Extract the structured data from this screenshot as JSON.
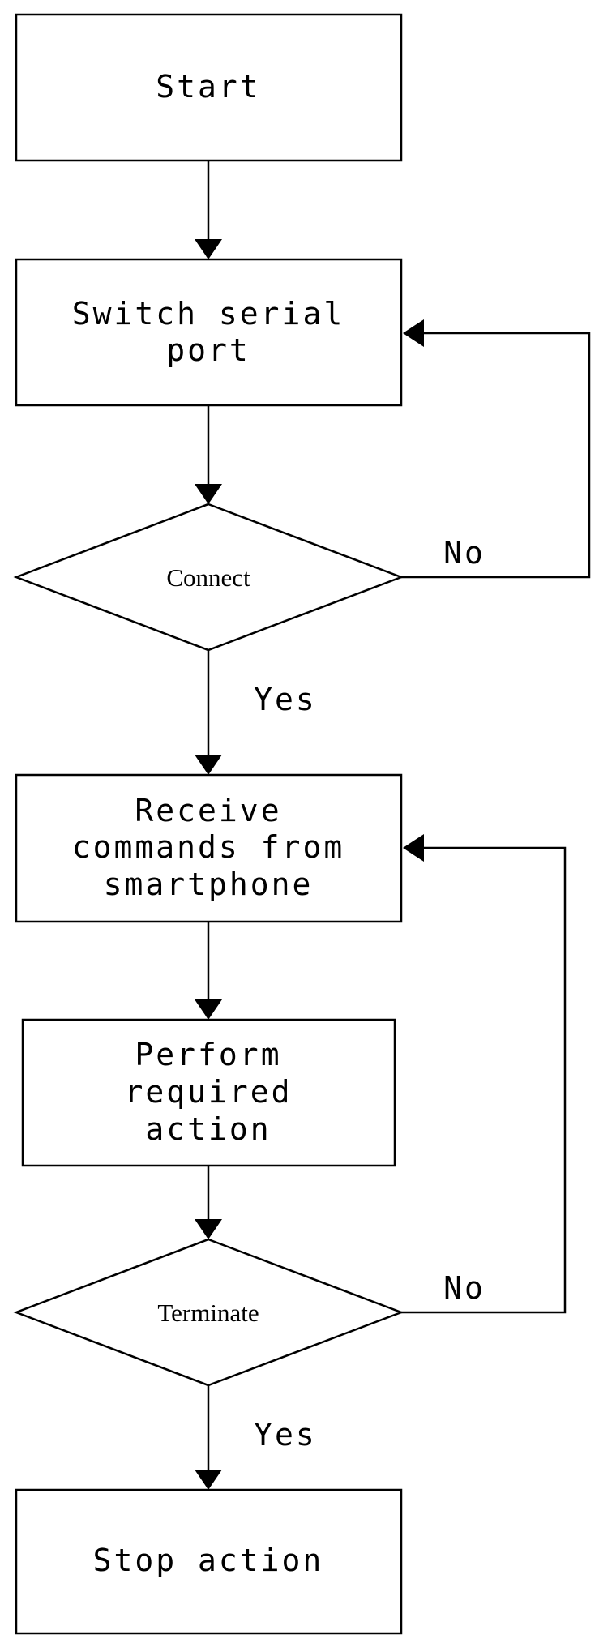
{
  "nodes": {
    "start": {
      "text": "Start"
    },
    "switch_port": {
      "line1": "Switch serial",
      "line2": "port"
    },
    "connect": {
      "text": "Connect"
    },
    "receive": {
      "line1": "Receive",
      "line2": "commands from",
      "line3": "smartphone"
    },
    "perform": {
      "line1": "Perform",
      "line2": "required",
      "line3": "action"
    },
    "terminate": {
      "text": "Terminate"
    },
    "stop": {
      "text": "Stop action"
    }
  },
  "edges": {
    "connect_no": "No",
    "connect_yes": "Yes",
    "terminate_no": "No",
    "terminate_yes": "Yes"
  }
}
